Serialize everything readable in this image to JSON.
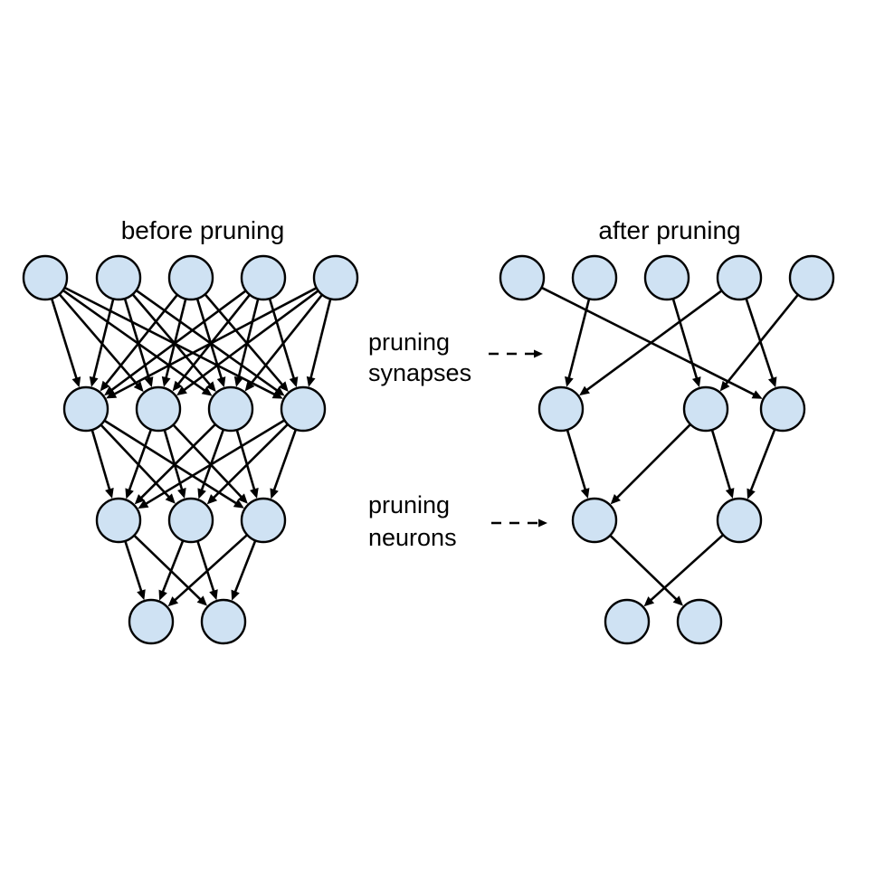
{
  "titles": {
    "before": "before pruning",
    "after": "after pruning"
  },
  "labels": {
    "synapses_line1": "pruning",
    "synapses_line2": "synapses",
    "neurons_line1": "pruning",
    "neurons_line2": "neurons"
  },
  "colors": {
    "node_fill": "#cfe2f3",
    "stroke": "#000000"
  },
  "before_network": {
    "layer_sizes": [
      5,
      4,
      3,
      2
    ],
    "connections": "fully-connected"
  },
  "after_network": {
    "layer_sizes": [
      5,
      3,
      2,
      2
    ],
    "edges": [
      [
        0,
        0,
        1,
        2
      ],
      [
        0,
        1,
        1,
        0
      ],
      [
        0,
        2,
        1,
        1
      ],
      [
        0,
        3,
        1,
        0
      ],
      [
        0,
        3,
        1,
        2
      ],
      [
        0,
        4,
        1,
        1
      ],
      [
        1,
        1,
        2,
        0
      ],
      [
        1,
        1,
        2,
        1
      ],
      [
        1,
        2,
        2,
        1
      ],
      [
        1,
        0,
        2,
        0
      ],
      [
        2,
        0,
        3,
        1
      ],
      [
        2,
        1,
        3,
        0
      ]
    ]
  }
}
